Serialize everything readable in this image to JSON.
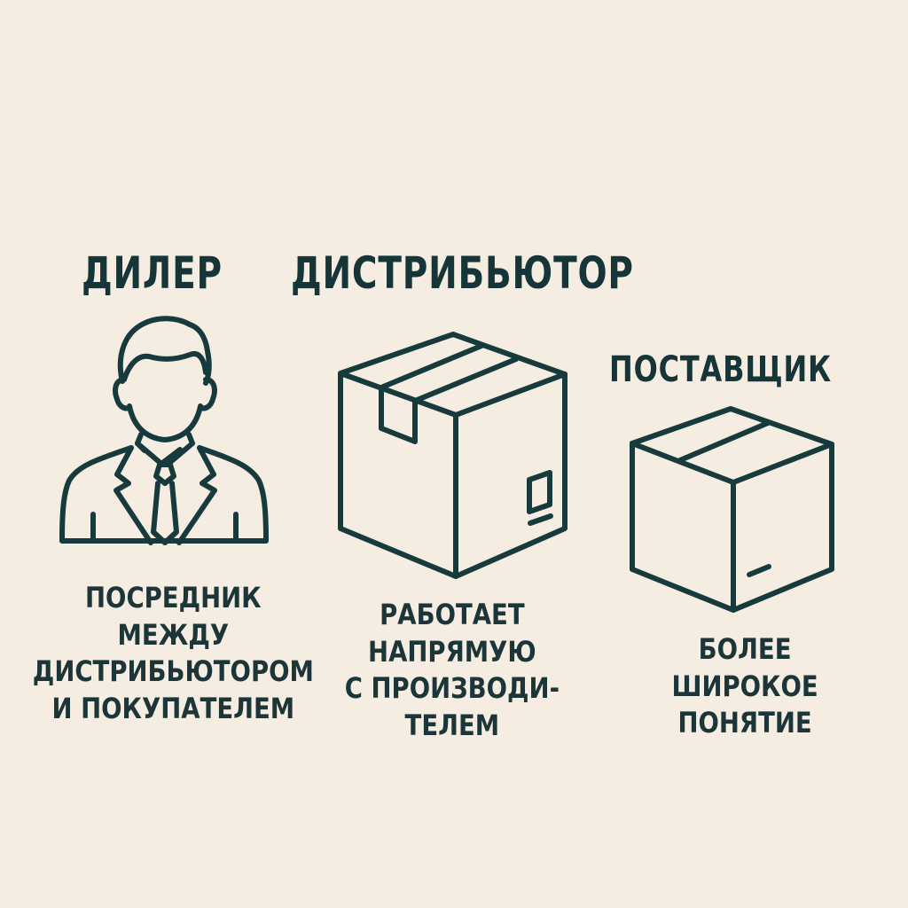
{
  "colors": {
    "background": "#f6ede2",
    "ink": "#173a3c"
  },
  "columns": [
    {
      "title": "ДИЛЕР",
      "icon": "businessman-icon",
      "description": [
        "ПОСРЕДНИК",
        "МЕЖДУ",
        "ДИСТРИБЬЮТОРОМ",
        "И ПОКУПАТЕЛЕМ"
      ]
    },
    {
      "title": "ДИСТРИБЬЮТОР",
      "icon": "cardboard-box-taped-icon",
      "description": [
        "РАБОТАЕТ",
        "НАПРЯМУЮ",
        "С ПРОИЗВОДИ-",
        "ТЕЛЕМ"
      ]
    },
    {
      "title": "ПОСТАВЩИК",
      "icon": "cardboard-box-icon",
      "description": [
        "БОЛЕЕ",
        "ШИРОКОЕ",
        "ПОНЯТИЕ"
      ]
    }
  ]
}
